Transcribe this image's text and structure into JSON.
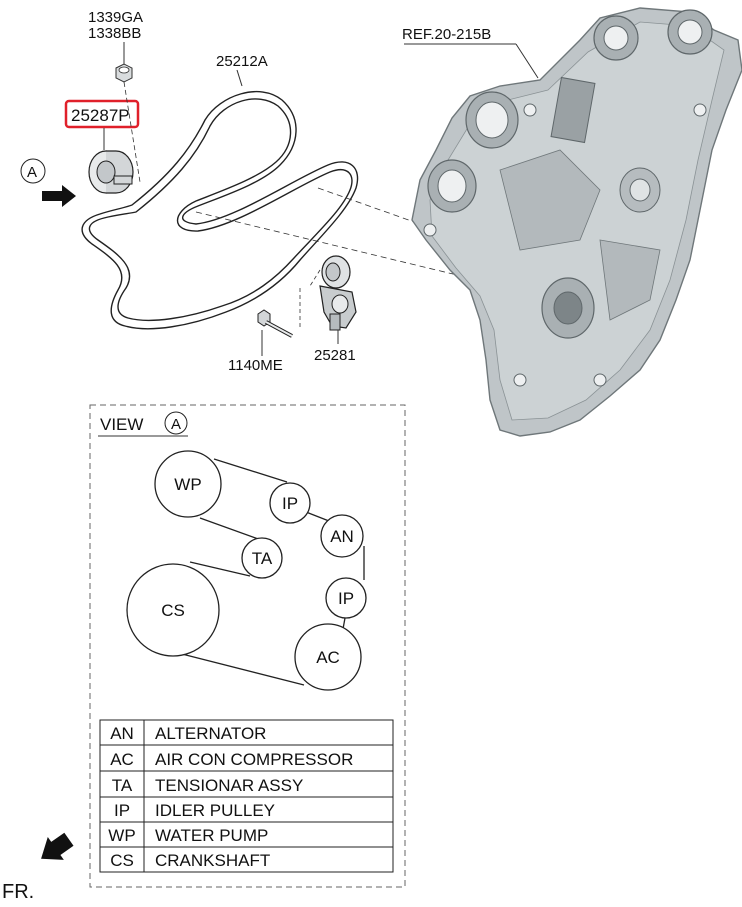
{
  "parts": {
    "p1339ga": "1339GA",
    "p1338bb": "1338BB",
    "p25212a": "25212A",
    "p25287p": "25287P",
    "ref": "REF.20-215B",
    "p1140me": "1140ME",
    "p25281": "25281",
    "view_a_marker": "A"
  },
  "colors": {
    "highlight": "#e0202a",
    "cover_light": "#c9cfd1",
    "cover_mid": "#a9b0b3",
    "cover_dark": "#7d8588"
  },
  "view": {
    "title": "VIEW",
    "marker": "A",
    "pulleys": {
      "wp": "WP",
      "ip1": "IP",
      "an": "AN",
      "ta": "TA",
      "ip2": "IP",
      "cs": "CS",
      "ac": "AC"
    }
  },
  "legend": [
    {
      "code": "AN",
      "name": "ALTERNATOR"
    },
    {
      "code": "AC",
      "name": "AIR CON COMPRESSOR"
    },
    {
      "code": "TA",
      "name": "TENSIONAR ASSY"
    },
    {
      "code": "IP",
      "name": "IDLER PULLEY"
    },
    {
      "code": "WP",
      "name": "WATER PUMP"
    },
    {
      "code": "CS",
      "name": "CRANKSHAFT"
    }
  ],
  "front_label": "FR."
}
